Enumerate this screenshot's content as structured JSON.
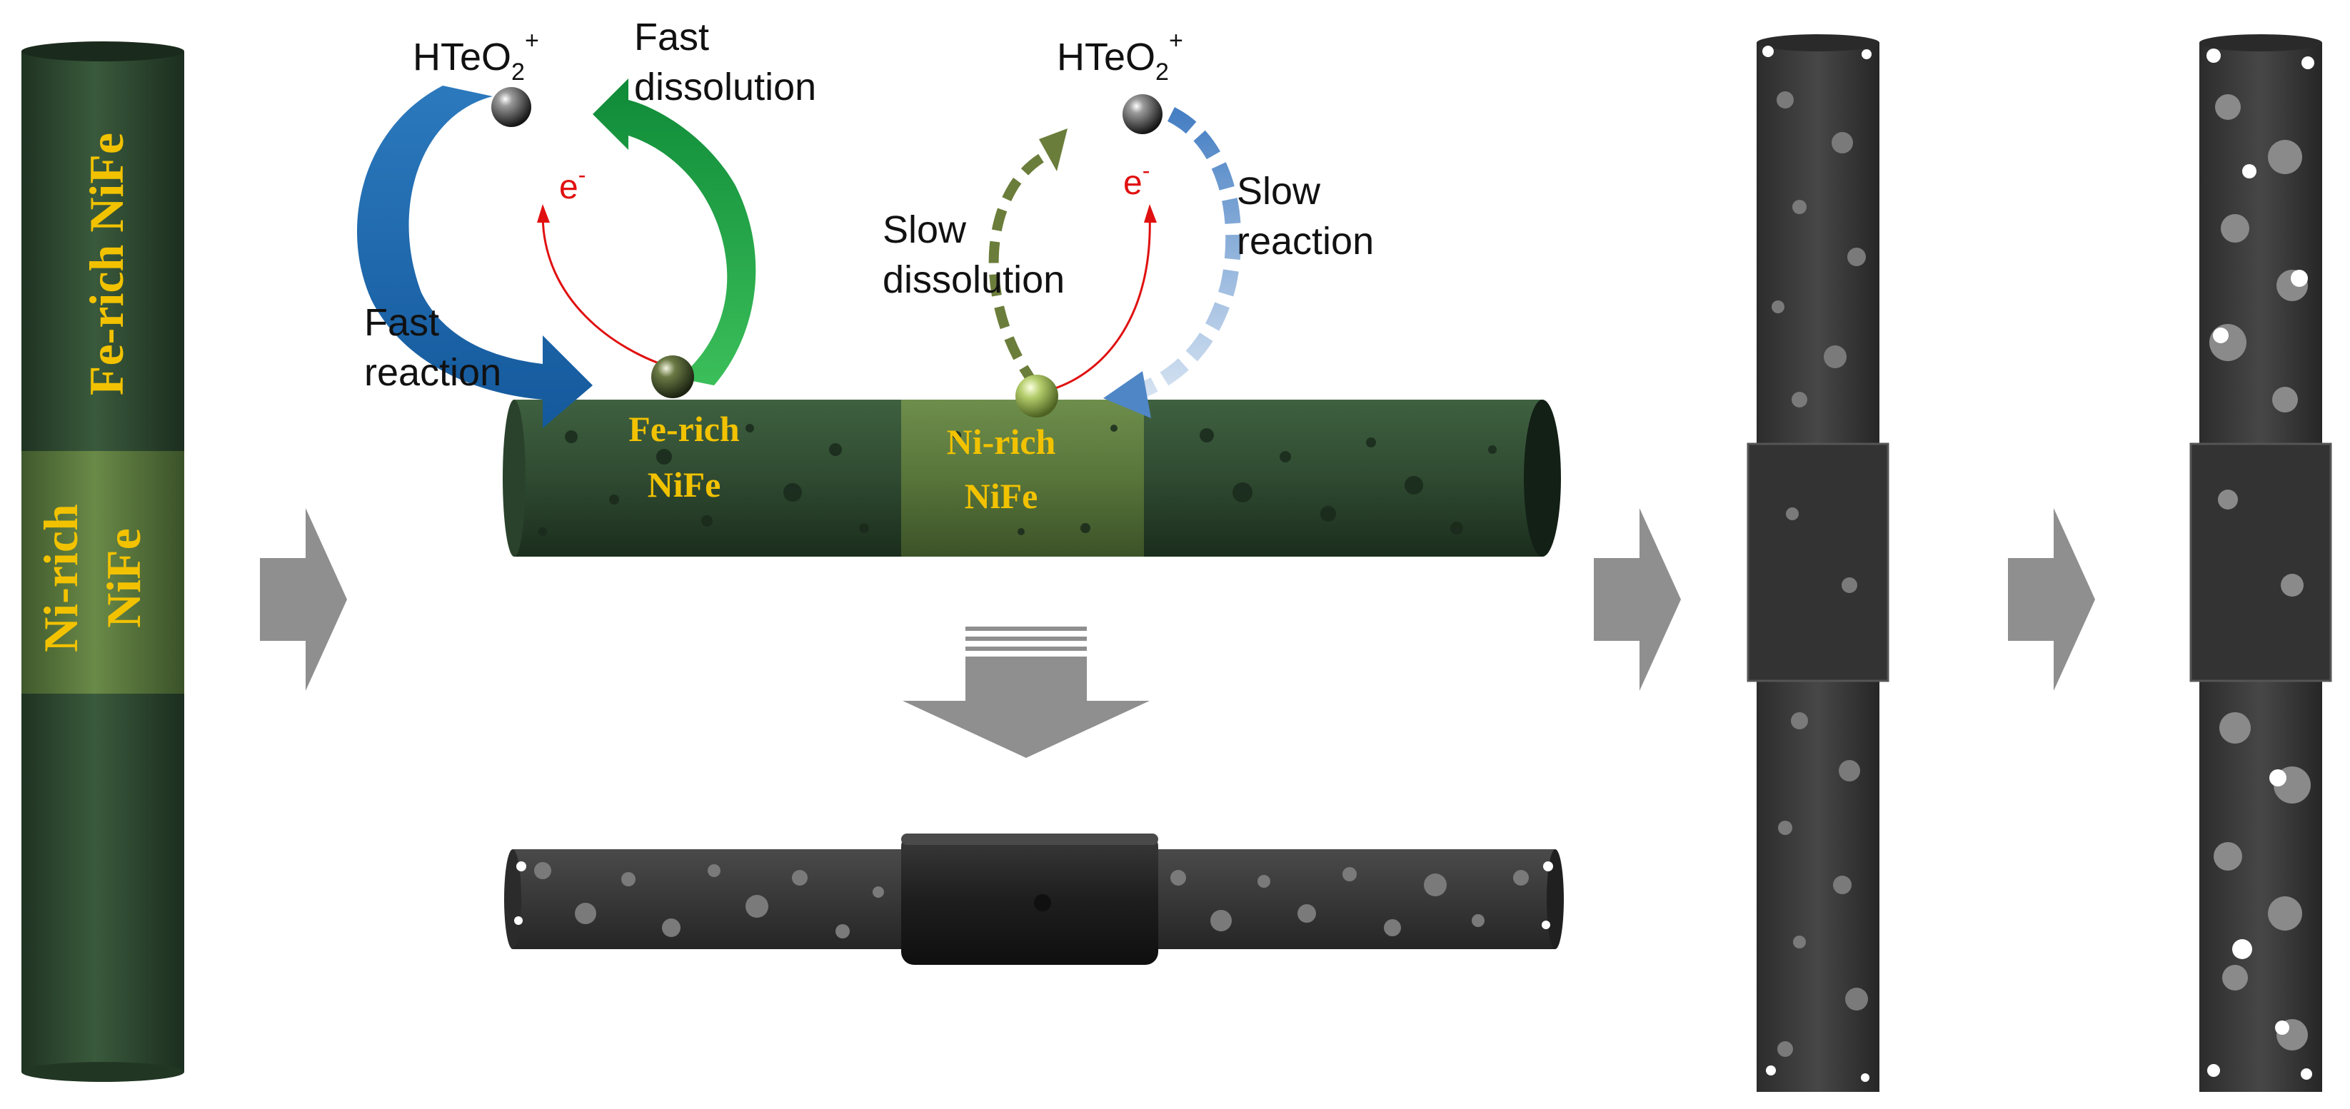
{
  "left_nanowire": {
    "segment_top": "Fe-rich NiFe",
    "segment_bottom_line1": "Ni-rich",
    "segment_bottom_line2": "NiFe"
  },
  "reaction_diagram": {
    "left": {
      "ion_prefix": "HTeO",
      "ion_subscript": "2",
      "ion_superscript": "+",
      "dissolution_line1": "Fast",
      "dissolution_line2": "dissolution",
      "reaction_line1": "Fast",
      "reaction_line2": "reaction",
      "electron": "e",
      "electron_superscript": "-"
    },
    "right": {
      "ion_prefix": "HTeO",
      "ion_subscript": "2",
      "ion_superscript": "+",
      "dissolution_line1": "Slow",
      "dissolution_line2": "dissolution",
      "reaction_line1": "Slow",
      "reaction_line2": "reaction",
      "electron": "e",
      "electron_superscript": "-"
    },
    "wire_label_fe_line1": "Fe-rich",
    "wire_label_fe_line2": "NiFe",
    "wire_label_ni_line1": "Ni-rich",
    "wire_label_ni_line2": "NiFe"
  },
  "colors": {
    "wire_green": "#2f4a31",
    "ni_rich_band": "#5c7a3f",
    "label_yellow": "#f2c200",
    "fast_reaction_arrow": "#1f6fb5",
    "fast_dissolution_arrow": "#1f9a3c",
    "slow_reaction_arrow": "#4f86c6",
    "slow_dissolution_arrow": "#6b7d3a",
    "electron_red": "#e01010",
    "process_arrow_gray": "#8f8f8f",
    "etched_wire_dark": "#3a3a3a"
  }
}
